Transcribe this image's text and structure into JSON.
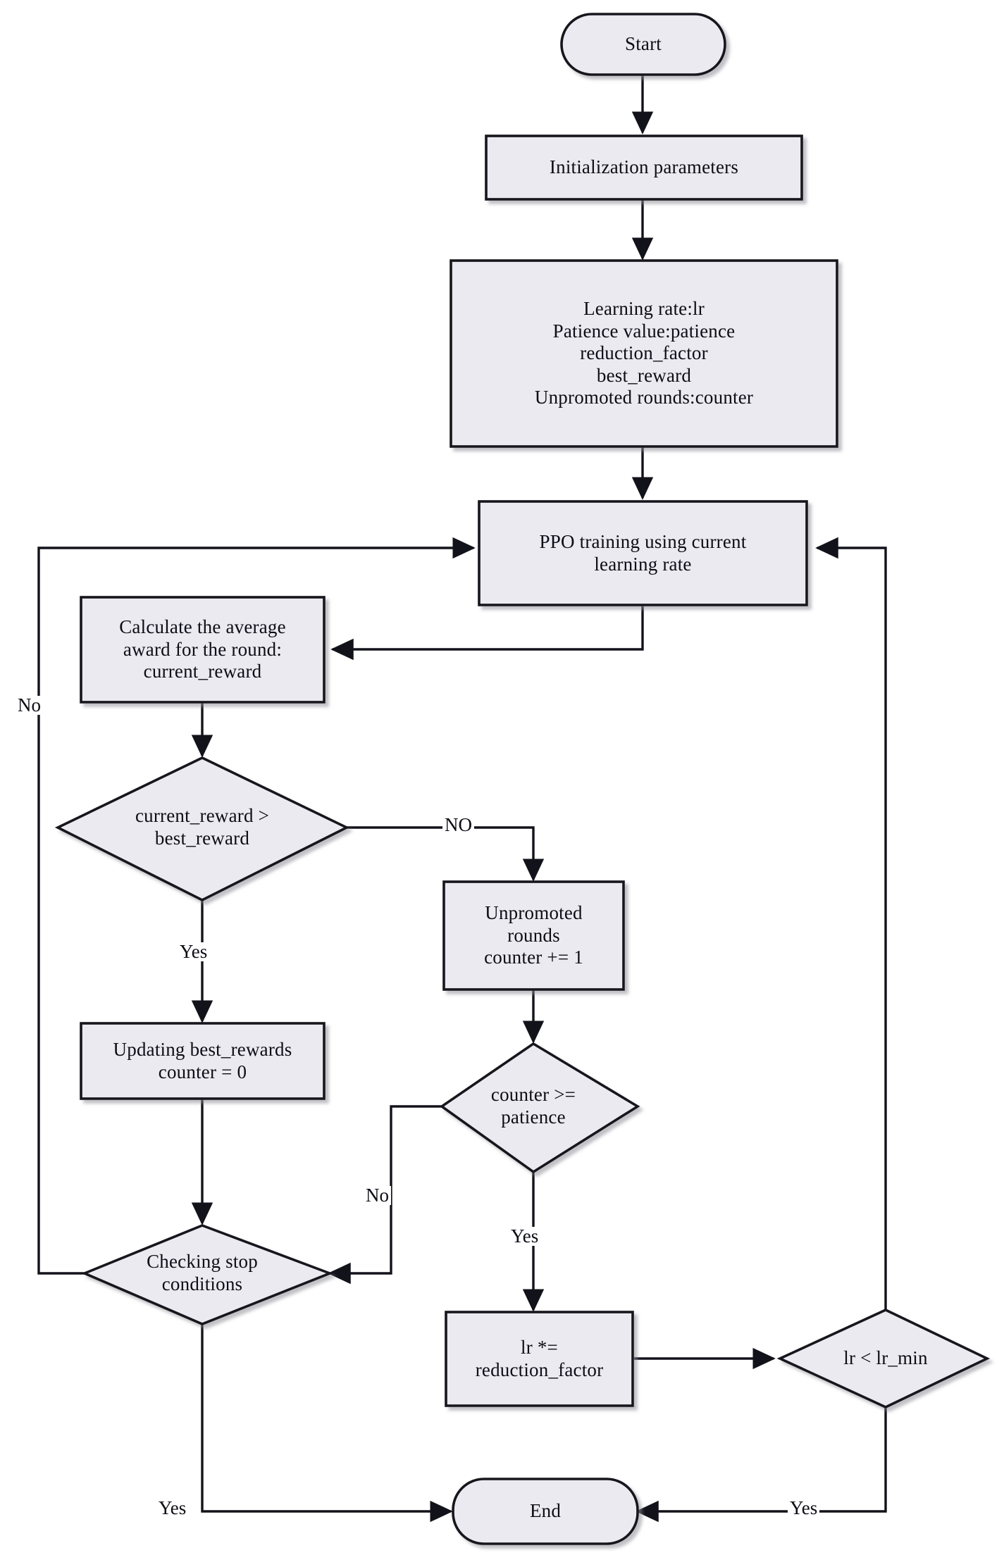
{
  "diagram": {
    "type": "flowchart",
    "title": "PPO adaptive learning-rate training flowchart",
    "style": {
      "node_fill": "#eceaf1",
      "node_stroke": "#12121a",
      "edge_stroke": "#12121a",
      "text_color": "#0d0d16",
      "background": "#ffffff",
      "shadow": "#b9b9c0"
    },
    "nodes": [
      {
        "id": "start",
        "shape": "terminator",
        "label": "Start"
      },
      {
        "id": "init",
        "shape": "process",
        "label": "Initialization parameters"
      },
      {
        "id": "params",
        "shape": "process",
        "label": "Learning rate:lr\nPatience value:patience\nreduction_factor\nbest_reward\nUnpromoted rounds:counter"
      },
      {
        "id": "ppo",
        "shape": "process",
        "label": "PPO training using current\nlearning rate"
      },
      {
        "id": "calc",
        "shape": "process",
        "label": "Calculate the average\naward for the round:\ncurrent_reward"
      },
      {
        "id": "cmp_reward",
        "shape": "decision",
        "label": "current_reward >\nbest_reward"
      },
      {
        "id": "counter_inc",
        "shape": "process",
        "label": "Unpromoted\nrounds\ncounter += 1"
      },
      {
        "id": "update_best",
        "shape": "process",
        "label": "Updating best_rewards\ncounter = 0"
      },
      {
        "id": "cmp_patience",
        "shape": "decision",
        "label": "counter >=\npatience"
      },
      {
        "id": "stop_check",
        "shape": "decision",
        "label": "Checking stop\nconditions"
      },
      {
        "id": "lr_reduce",
        "shape": "process",
        "label": "lr *=\nreduction_factor"
      },
      {
        "id": "lr_min",
        "shape": "decision",
        "label": "lr < lr_min"
      },
      {
        "id": "end",
        "shape": "terminator",
        "label": "End"
      }
    ],
    "edges": [
      {
        "id": "e_start_init",
        "from": "start",
        "to": "init",
        "label": ""
      },
      {
        "id": "e_init_params",
        "from": "init",
        "to": "params",
        "label": ""
      },
      {
        "id": "e_params_ppo",
        "from": "params",
        "to": "ppo",
        "label": ""
      },
      {
        "id": "e_ppo_calc",
        "from": "ppo",
        "to": "calc",
        "label": ""
      },
      {
        "id": "e_calc_cmp",
        "from": "calc",
        "to": "cmp_reward",
        "label": ""
      },
      {
        "id": "e_cmp_no",
        "from": "cmp_reward",
        "to": "counter_inc",
        "label": "NO"
      },
      {
        "id": "e_cmp_yes",
        "from": "cmp_reward",
        "to": "update_best",
        "label": "Yes"
      },
      {
        "id": "e_counter_patience",
        "from": "counter_inc",
        "to": "cmp_patience",
        "label": ""
      },
      {
        "id": "e_update_stop",
        "from": "update_best",
        "to": "stop_check",
        "label": ""
      },
      {
        "id": "e_patience_no",
        "from": "cmp_patience",
        "to": "stop_check",
        "label": "No"
      },
      {
        "id": "e_patience_yes",
        "from": "cmp_patience",
        "to": "lr_reduce",
        "label": "Yes"
      },
      {
        "id": "e_stop_no",
        "from": "stop_check",
        "to": "ppo",
        "label": "No"
      },
      {
        "id": "e_stop_yes",
        "from": "stop_check",
        "to": "end",
        "label": "Yes"
      },
      {
        "id": "e_reduce_lrmin",
        "from": "lr_reduce",
        "to": "lr_min",
        "label": ""
      },
      {
        "id": "e_lrmin_no",
        "from": "lr_min",
        "to": "ppo",
        "label": ""
      },
      {
        "id": "e_lrmin_yes",
        "from": "lr_min",
        "to": "end",
        "label": "Yes"
      }
    ],
    "edge_labels": {
      "cmp_reward_no": "NO",
      "cmp_reward_yes": "Yes",
      "patience_no": "No",
      "patience_yes": "Yes",
      "stop_no": "No",
      "stop_yes": "Yes",
      "lrmin_yes": "Yes"
    }
  }
}
